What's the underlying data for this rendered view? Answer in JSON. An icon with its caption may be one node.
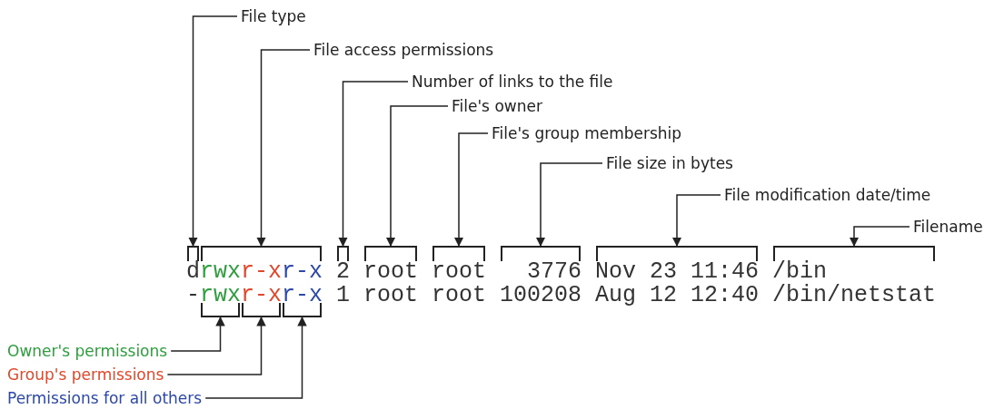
{
  "diagram": {
    "nodes": [
      {
        "text": [
          "File type"
        ]
      },
      {
        "text": [
          "File access permissions"
        ]
      },
      {
        "text": [
          "Number of links to the file"
        ]
      },
      {
        "text": [
          "File's owner"
        ]
      },
      {
        "text": [
          "File's group membership"
        ]
      },
      {
        "text": [
          "File size in bytes"
        ]
      },
      {
        "text": [
          "File modification date/time"
        ]
      },
      {
        "text": [
          "Filename"
        ]
      },
      {
        "text": [
          "Owner's permissions"
        ]
      },
      {
        "text": [
          "Group's permissions"
        ]
      },
      {
        "text": [
          "Permissions for all others"
        ]
      },
      {
        "text": [],
        "shape": "bracket"
      },
      {
        "text": [],
        "shape": "bracket"
      },
      {
        "text": [],
        "shape": "bracket"
      },
      {
        "text": [],
        "shape": "bracket"
      },
      {
        "text": [],
        "shape": "bracket"
      },
      {
        "text": [],
        "shape": "bracket"
      },
      {
        "text": [],
        "shape": "bracket"
      },
      {
        "text": [],
        "shape": "bracket"
      },
      {
        "text": [],
        "shape": "bracket"
      },
      {
        "text": [],
        "shape": "bracket"
      },
      {
        "text": [],
        "shape": "bracket"
      }
    ],
    "edges": [
      {
        "from": 0,
        "to": 11,
        "arrow": "to"
      },
      {
        "from": 1,
        "to": 12,
        "arrow": "to"
      },
      {
        "from": 2,
        "to": 13,
        "arrow": "to"
      },
      {
        "from": 3,
        "to": 14,
        "arrow": "to"
      },
      {
        "from": 4,
        "to": 15,
        "arrow": "to"
      },
      {
        "from": 5,
        "to": 16,
        "arrow": "to"
      },
      {
        "from": 6,
        "to": 17,
        "arrow": "to"
      },
      {
        "from": 7,
        "to": 18,
        "arrow": "to"
      },
      {
        "from": 8,
        "to": 19,
        "arrow": "to"
      },
      {
        "from": 9,
        "to": 20,
        "arrow": "to"
      },
      {
        "from": 10,
        "to": 21,
        "arrow": "to"
      }
    ],
    "labels": [
      "d",
      "rwx",
      "r-x",
      "r-x",
      "2",
      "root",
      "root",
      "3776",
      "Nov 23 11:46",
      "/bin",
      "-",
      "rwx",
      "r-x",
      "r-x",
      "1",
      "root",
      "root",
      "100208",
      "Aug 12 12:40",
      "/bin/netstat"
    ]
  }
}
